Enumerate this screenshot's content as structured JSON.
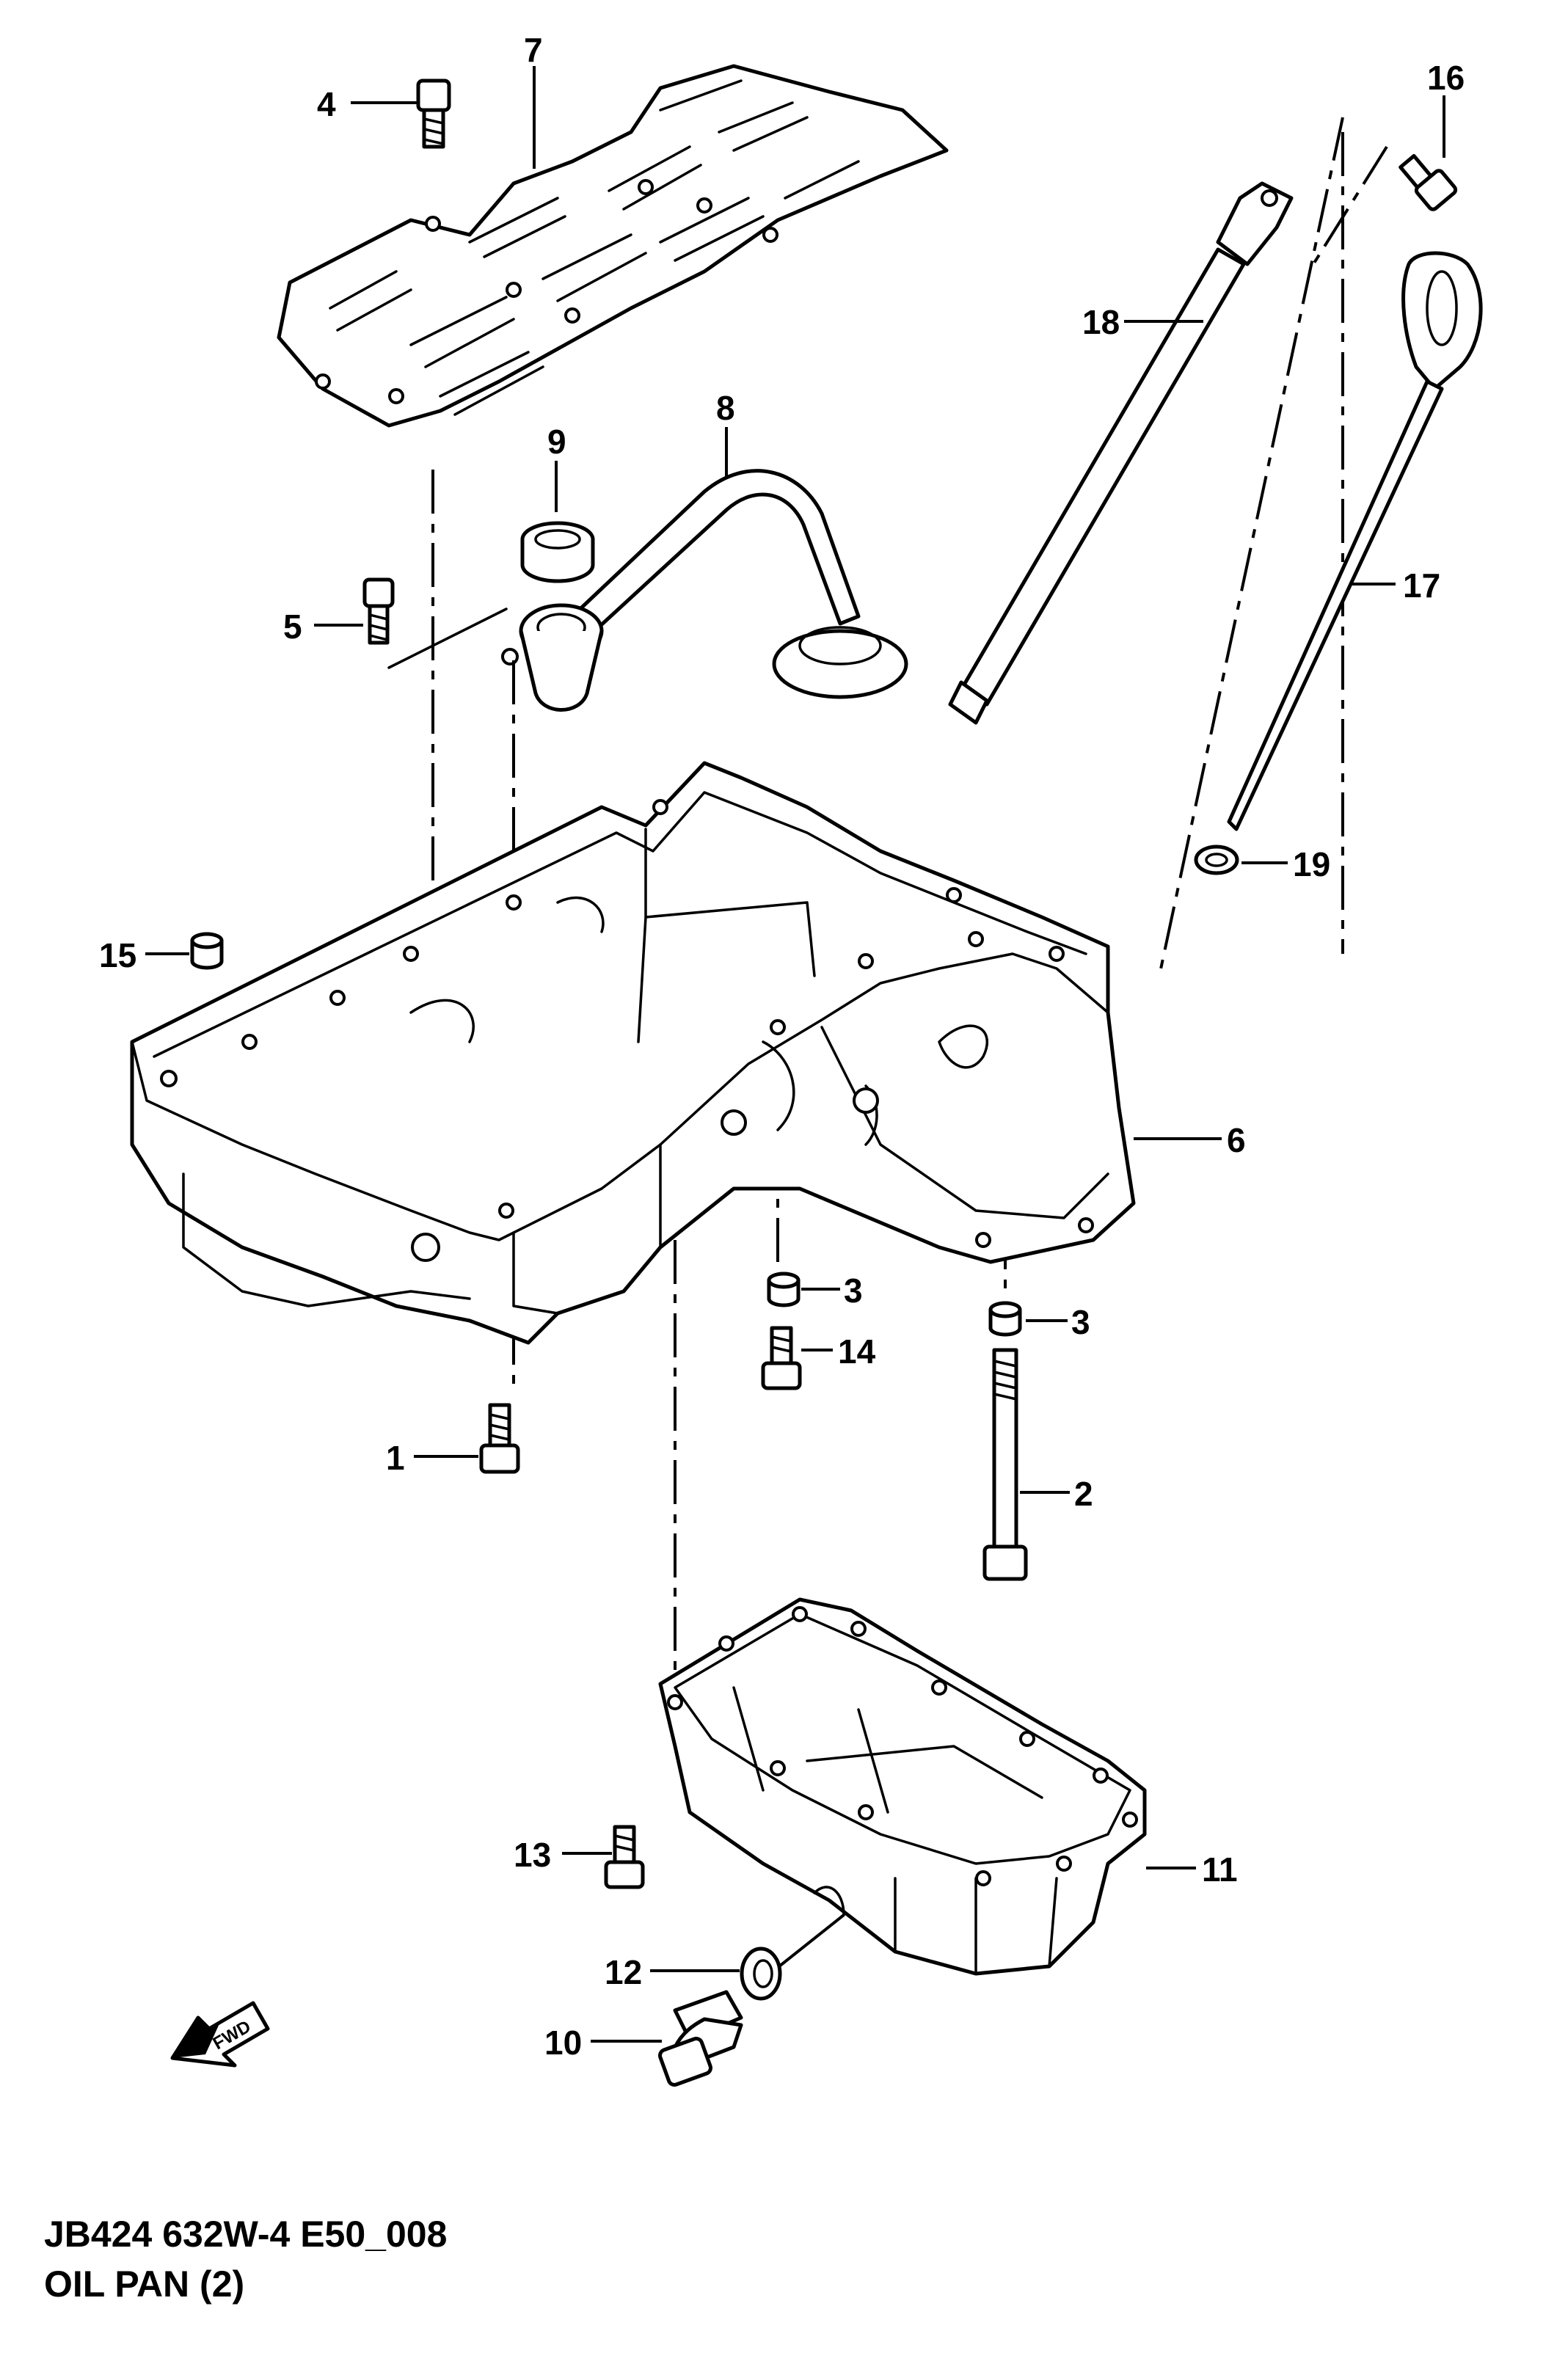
{
  "callouts": {
    "c1": "1",
    "c2": "2",
    "c3a": "3",
    "c3b": "3",
    "c4": "4",
    "c5": "5",
    "c6": "6",
    "c7": "7",
    "c8": "8",
    "c9": "9",
    "c10": "10",
    "c11": "11",
    "c12": "12",
    "c13": "13",
    "c14": "14",
    "c15": "15",
    "c16": "16",
    "c17": "17",
    "c18": "18",
    "c19": "19"
  },
  "caption": {
    "code": "JB424 632W-4 E50_008",
    "title": "OIL PAN (2)"
  },
  "fwd_label": "FWD"
}
